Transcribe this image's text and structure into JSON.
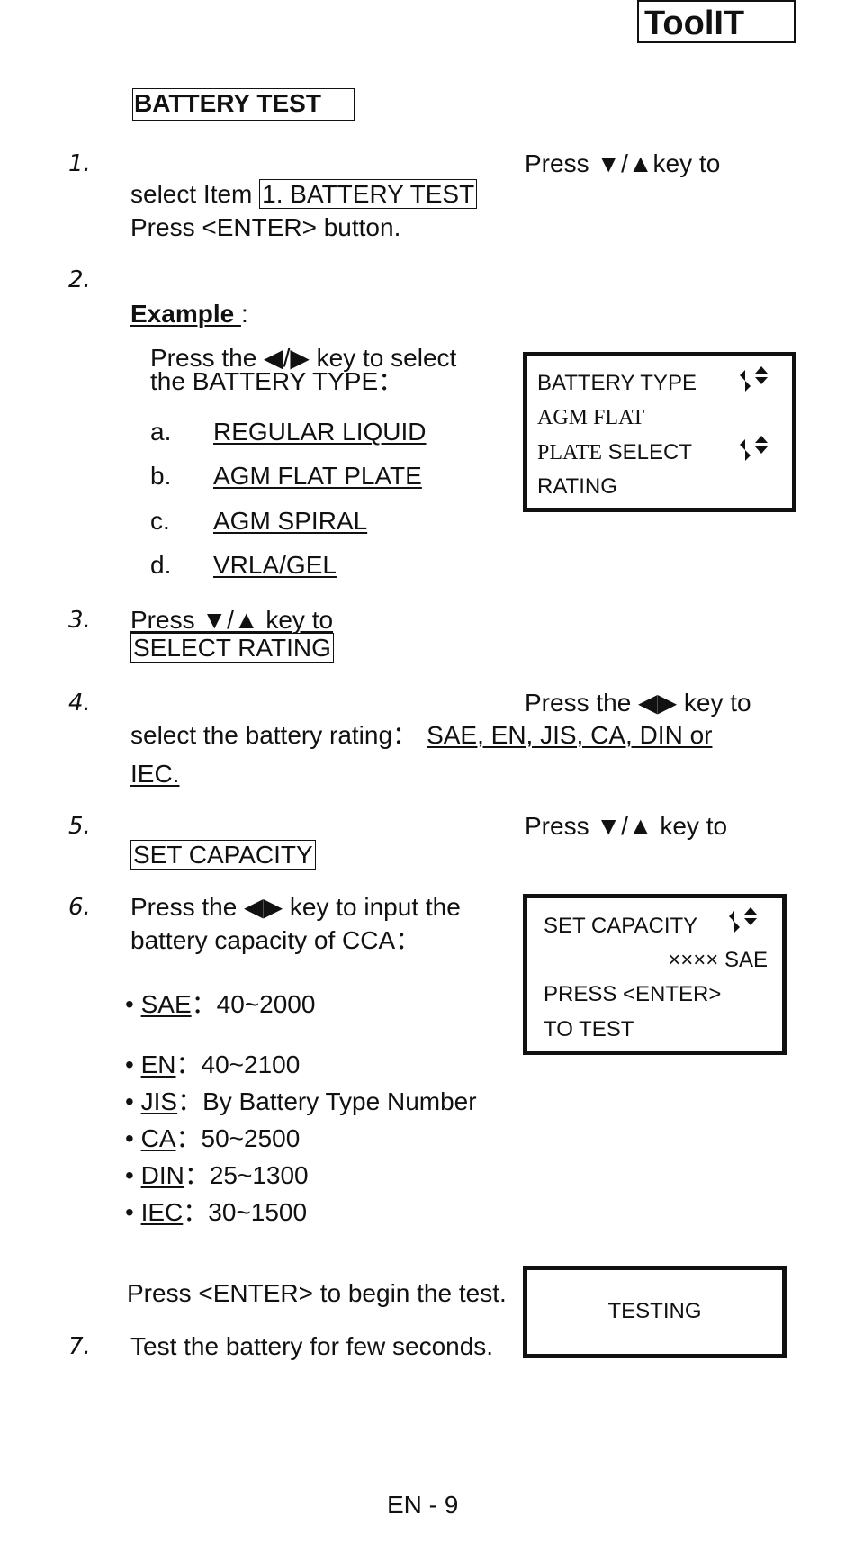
{
  "logo": {
    "text": "ToolIT"
  },
  "section_title": "BATTERY TEST",
  "steps": {
    "s1": {
      "num": "1.",
      "press": "Press ▼/▲key to",
      "select_prefix": "select Item ",
      "item": "1. BATTERY TEST",
      "enter": "Press <ENTER> button."
    },
    "s2": {
      "num": "2.",
      "example": "Example ",
      "colon": ":",
      "line1": "Press the ◀/▶ key to select",
      "line2": "the BATTERY TYPE：",
      "types": [
        {
          "letter": "a.",
          "label": "REGULAR LIQUID"
        },
        {
          "letter": "b.",
          "label": "AGM FLAT PLATE"
        },
        {
          "letter": "c.",
          "label": "AGM SPIRAL"
        },
        {
          "letter": "d.",
          "label": "VRLA/GEL"
        }
      ]
    },
    "s3": {
      "num": "3.",
      "line1": "Press ▼/▲ key to",
      "box": "SELECT RATING"
    },
    "s4": {
      "num": "4.",
      "press": "Press the ◀▶ key to",
      "prefix": "select the battery rating：",
      "ratings1": "SAE, EN, JIS, CA, DIN or ",
      "ratings2": "IEC."
    },
    "s5": {
      "num": "5.",
      "press": "Press ▼/▲ key to",
      "box": "SET CAPACITY"
    },
    "s6": {
      "num": "6.",
      "line1": "Press the ◀▶ key to input the",
      "line2": "battery capacity of CCA：",
      "ranges": [
        {
          "bullet": "•",
          "std": "SAE",
          "value": "：40~2000"
        },
        {
          "bullet": "•",
          "std": "EN",
          "value": "：40~2100"
        },
        {
          "bullet": "•",
          "std": "JIS",
          "value": "：By Battery Type Number"
        },
        {
          "bullet": "•",
          "std": "CA",
          "value": "：50~2500"
        },
        {
          "bullet": "•",
          "std": "DIN",
          "value": "：25~1300"
        },
        {
          "bullet": "•",
          "std": "IEC",
          "value": "：30~1500"
        }
      ],
      "begin": "Press <ENTER> to begin the test."
    },
    "s7": {
      "num": "7.",
      "text": "Test the battery for few seconds."
    }
  },
  "screens": {
    "battery_type": {
      "l1": "BATTERY TYPE",
      "l2": "AGM FLAT",
      "l3a": "PLATE",
      "l3b": " SELECT",
      "l4": "RATING"
    },
    "set_capacity": {
      "l1": "SET CAPACITY",
      "l2": "×××× SAE",
      "l3": "PRESS <ENTER>",
      "l4": "TO TEST"
    },
    "testing": {
      "l1": "TESTING"
    }
  },
  "footer": {
    "page": "EN - 9"
  }
}
